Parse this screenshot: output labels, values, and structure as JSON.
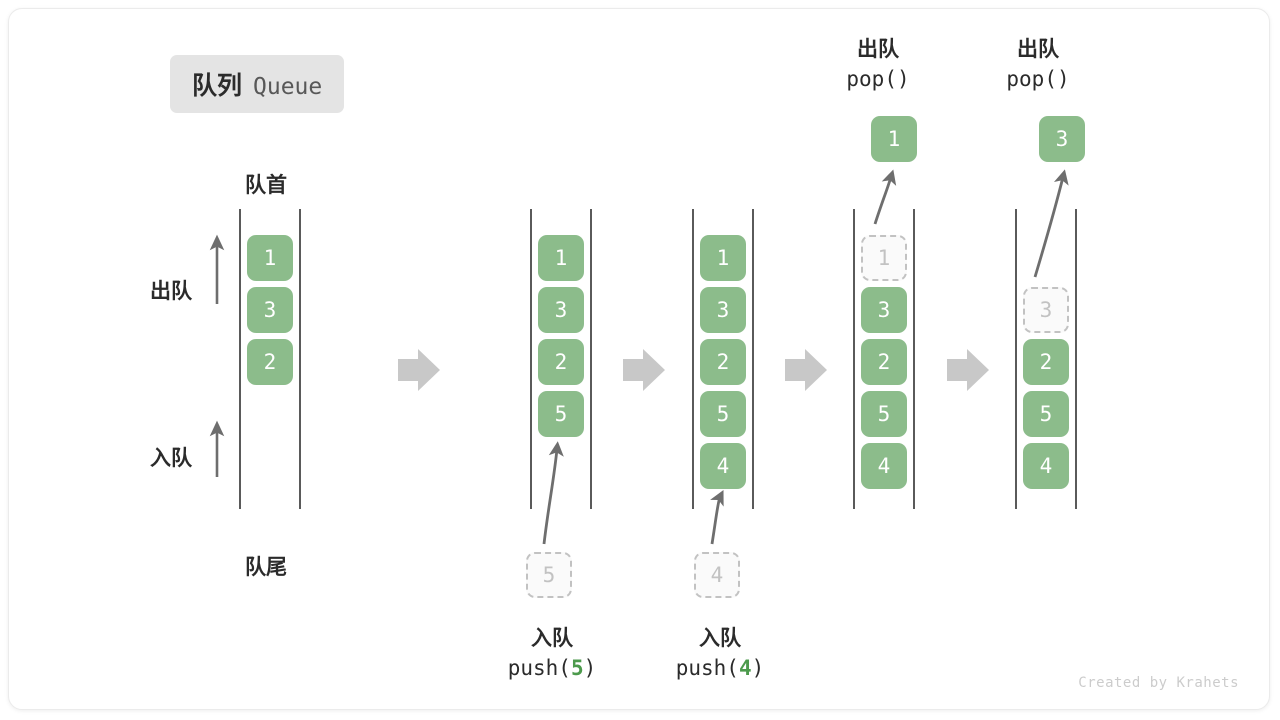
{
  "title": {
    "cn": "队列",
    "en": "Queue"
  },
  "labels": {
    "head": "队首",
    "tail": "队尾",
    "dequeue": "出队",
    "enqueue": "入队"
  },
  "operations": {
    "push5": {
      "cn": "入队",
      "fn_prefix": "push(",
      "fn_value": "5",
      "fn_suffix": ")"
    },
    "push4": {
      "cn": "入队",
      "fn_prefix": "push(",
      "fn_value": "4",
      "fn_suffix": ")"
    },
    "pop1": {
      "cn": "出队",
      "fn": "pop()"
    },
    "pop2": {
      "cn": "出队",
      "fn": "pop()"
    }
  },
  "colors": {
    "element_fill": "#8cbc8b",
    "element_text": "#ffffff",
    "ghost_border": "#c2c2c2",
    "ghost_text": "#c2c2c2",
    "rail": "#5a5a5a",
    "arrow": "#6e6e6e",
    "step_arrow": "#c8c8c8",
    "badge_bg": "#e4e4e4",
    "accent_number": "#4c9a4c"
  },
  "columns": [
    {
      "name": "state-initial",
      "cells": [
        {
          "value": "1",
          "state": "filled"
        },
        {
          "value": "3",
          "state": "filled"
        },
        {
          "value": "2",
          "state": "filled"
        }
      ]
    },
    {
      "name": "state-after-push-5",
      "cells": [
        {
          "value": "1",
          "state": "filled"
        },
        {
          "value": "3",
          "state": "filled"
        },
        {
          "value": "2",
          "state": "filled"
        },
        {
          "value": "5",
          "state": "filled"
        }
      ]
    },
    {
      "name": "state-after-push-4",
      "cells": [
        {
          "value": "1",
          "state": "filled"
        },
        {
          "value": "3",
          "state": "filled"
        },
        {
          "value": "2",
          "state": "filled"
        },
        {
          "value": "5",
          "state": "filled"
        },
        {
          "value": "4",
          "state": "filled"
        }
      ]
    },
    {
      "name": "state-popping-1",
      "cells": [
        {
          "value": "1",
          "state": "ghost"
        },
        {
          "value": "3",
          "state": "filled"
        },
        {
          "value": "2",
          "state": "filled"
        },
        {
          "value": "5",
          "state": "filled"
        },
        {
          "value": "4",
          "state": "filled"
        }
      ]
    },
    {
      "name": "state-popping-3",
      "cells": [
        {
          "value": "",
          "state": "empty"
        },
        {
          "value": "3",
          "state": "ghost"
        },
        {
          "value": "2",
          "state": "filled"
        },
        {
          "value": "5",
          "state": "filled"
        },
        {
          "value": "4",
          "state": "filled"
        }
      ]
    }
  ],
  "floating": {
    "push5_box": {
      "value": "5",
      "state": "ghost"
    },
    "push4_box": {
      "value": "4",
      "state": "ghost"
    },
    "pop1_box": {
      "value": "1",
      "state": "filled"
    },
    "pop3_box": {
      "value": "3",
      "state": "filled"
    }
  },
  "credit": "Created by Krahets"
}
